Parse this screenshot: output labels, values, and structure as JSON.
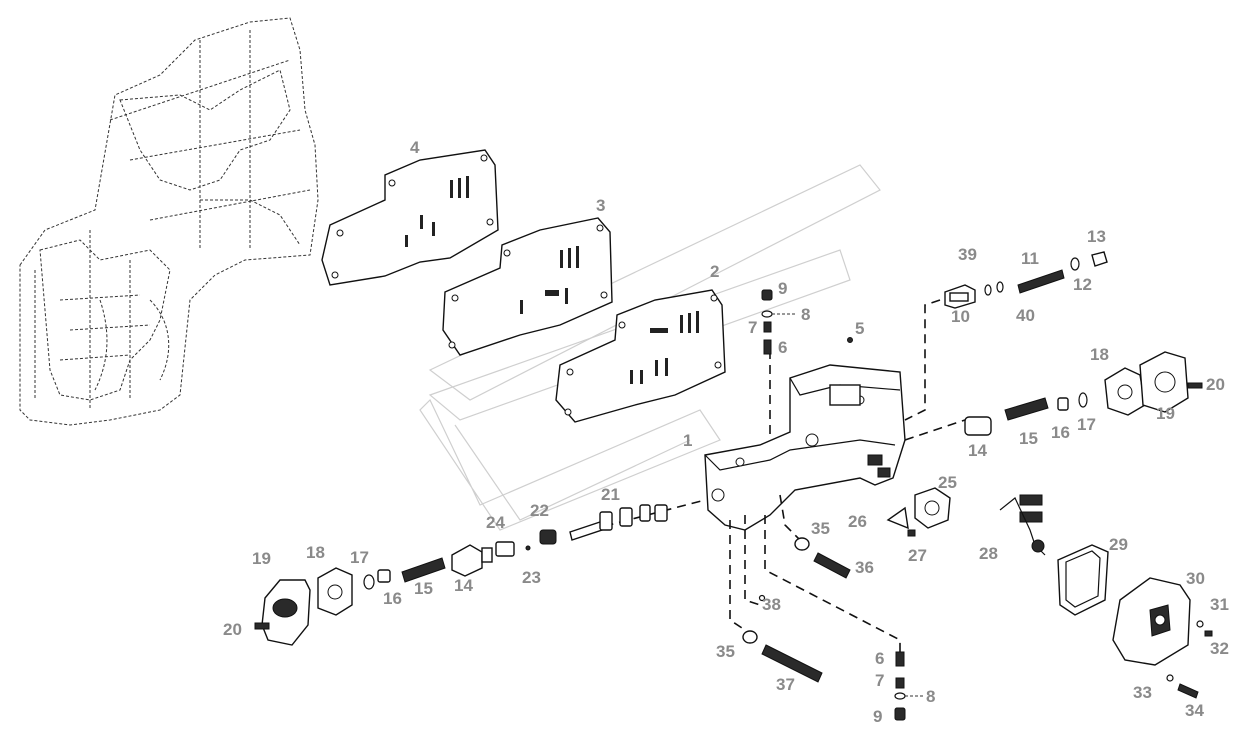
{
  "diagram": {
    "callouts": [
      "1",
      "2",
      "3",
      "4",
      "5",
      "6",
      "7",
      "8",
      "9",
      "10",
      "11",
      "12",
      "13",
      "14",
      "15",
      "16",
      "17",
      "18",
      "19",
      "20",
      "21",
      "22",
      "23",
      "24",
      "25",
      "26",
      "27",
      "28",
      "29",
      "30",
      "31",
      "32",
      "33",
      "34",
      "35",
      "36",
      "37",
      "38",
      "39",
      "40",
      "6",
      "7",
      "8",
      "9",
      "14",
      "15",
      "16",
      "17",
      "18",
      "19",
      "20",
      "35"
    ]
  }
}
